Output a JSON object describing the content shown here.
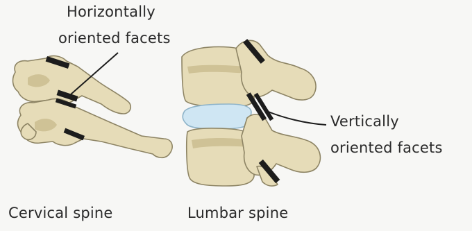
{
  "labels": {
    "horizontal_line1": "Horizontally",
    "horizontal_line2": "oriented facets",
    "vertical_line1": "Vertically",
    "vertical_line2": "oriented facets",
    "cervical": "Cervical spine",
    "lumbar": "Lumbar spine"
  },
  "colors": {
    "bone_fill": "#e6dcb8",
    "bone_shadow": "#c9bb8f",
    "bone_outline": "#8d8464",
    "disc_fill": "#cfe6f3",
    "disc_outline": "#8fb4c9",
    "facet_marker": "#1c1c1c",
    "background": "#f7f7f5"
  }
}
